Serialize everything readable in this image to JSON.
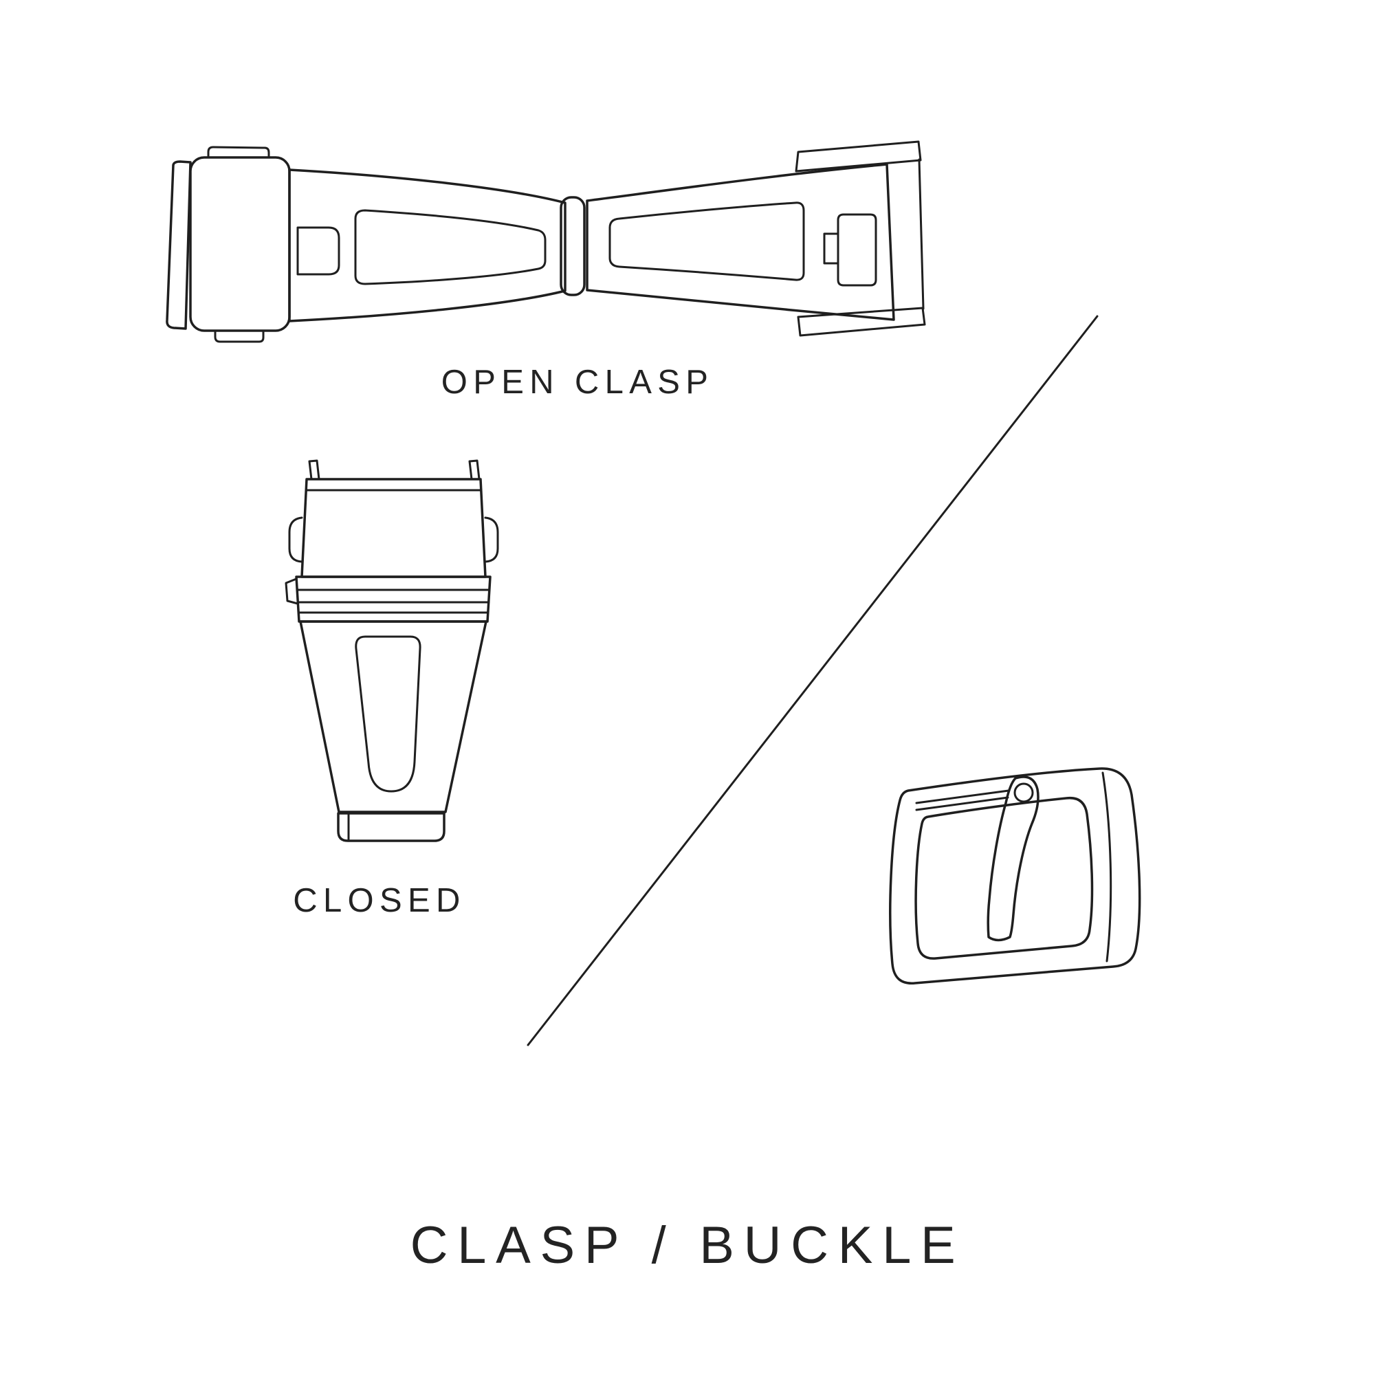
{
  "page": {
    "title": "CLASP / BUCKLE",
    "background_color": "#ffffff",
    "line_color": "#1f1f1f",
    "text_color": "#232323"
  },
  "labels": {
    "open_clasp": "OPEN CLASP",
    "closed": "CLOSED"
  },
  "illustrations": {
    "open_clasp": "open-deployant-clasp-top-view-line-drawing",
    "closed_clasp": "closed-clasp-top-view-line-drawing",
    "buckle": "pin-buckle-line-drawing",
    "divider": "diagonal-divider-line"
  }
}
